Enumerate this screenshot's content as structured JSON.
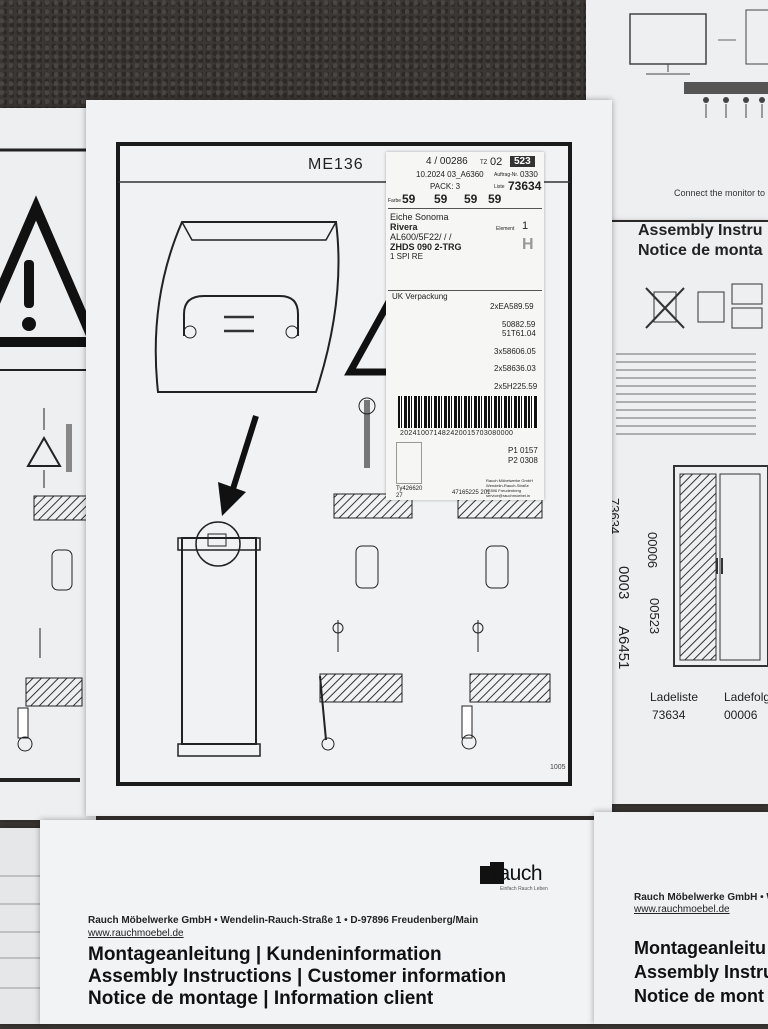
{
  "main_sheet": {
    "model": "ME136",
    "page_code": "1005"
  },
  "label": {
    "order": "4 / 00286",
    "tz_label": "TZ",
    "tz": "02",
    "badge": "523",
    "date_line": "10.2024 03_A6360",
    "auftrag_label": "Auftrag-Nr.",
    "auftrag": "0330",
    "pack": "PACK: 3",
    "liste_label": "Liste",
    "liste": "73634",
    "farbe_label": "Farbe",
    "nums": [
      "59",
      "59",
      "59",
      "59"
    ],
    "color": "Eiche Sonoma",
    "element_label": "Element",
    "element": "1",
    "product": "Rivera",
    "code1": "AL600/5F22/ / /",
    "code2": "ZHDS 090 2-TRG",
    "code3": "1 SPI RE",
    "letter": "H",
    "packing": "UK Verpackung",
    "parts": [
      "2xEA589.59",
      "50882.59",
      "51T61.04",
      "3x58606.05",
      "2x58636.03",
      "2x5H225.59"
    ],
    "barcode_number": "202410071482420015703080000",
    "p1": "P1  0157",
    "p2": "P2  0308",
    "ty": "Ty426620",
    "ty2": "27",
    "bottom_num": "47165225 201",
    "addr1": "Rauch Möbelwerke GmbH",
    "addr2": "Wendelin-Rauch-Straße",
    "addr3": "97896 Freudenberg",
    "addr4": "service@rauchmoebel.in"
  },
  "right_sheet": {
    "caption": "Connect the monitor to",
    "heading1": "Assembly Instru",
    "heading2": "Notice de monta",
    "list_num": "73634",
    "num_00006": "00006",
    "num_00523": "00523",
    "num_0003": "0003",
    "num_a6451": "A6451",
    "ladeliste": "Ladeliste",
    "ladefolge": "Ladefolge",
    "ladeliste_val": "73634",
    "ladefolge_val": "00006"
  },
  "booklet": {
    "brand": "rauch",
    "tagline": "Einfach Rauch Leben",
    "company": "Rauch Möbelwerke GmbH • Wendelin-Rauch-Straße 1 • D-97896 Freudenberg/Main",
    "website": "www.rauchmoebel.de",
    "title1": "Montageanleitung | Kundeninformation",
    "title2": "Assembly Instructions | Customer information",
    "title3": "Notice de montage | Information client"
  },
  "booklet2": {
    "company": "Rauch Möbelwerke GmbH • Wende",
    "website": "www.rauchmoebel.de",
    "title1": "Montageanleitu",
    "title2": "Assembly Instru",
    "title3": "Notice de mont"
  }
}
